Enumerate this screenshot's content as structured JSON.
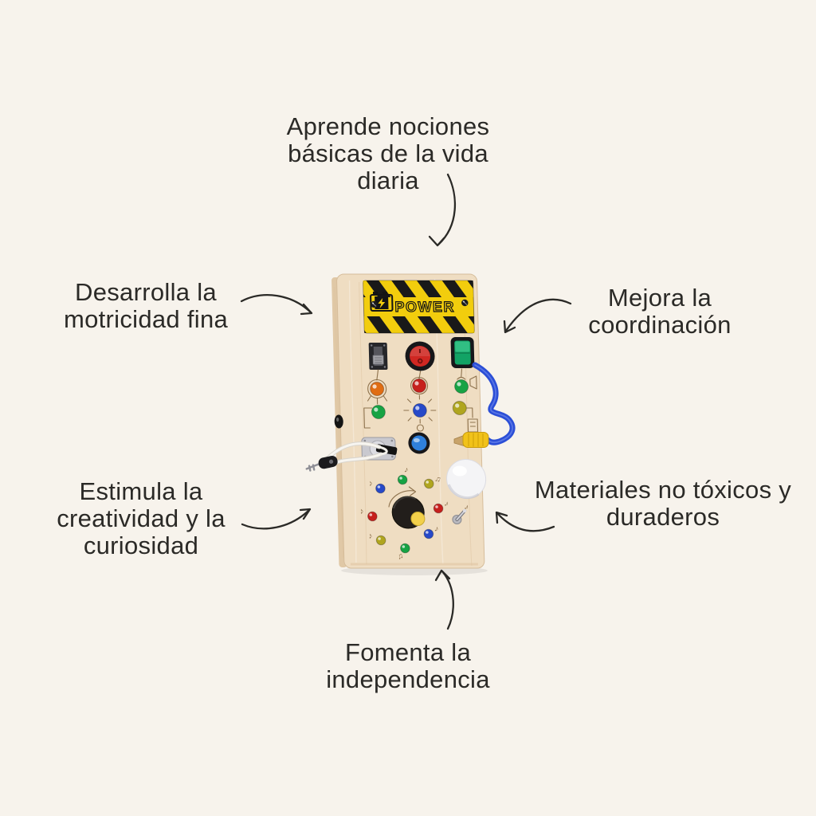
{
  "page": {
    "background_color": "#f7f3ec",
    "text_color": "#2b2a27"
  },
  "annotations": {
    "top": {
      "text": "Aprende nociones básicas de la vida diaria"
    },
    "upper_left": {
      "text": "Desarrolla la motricidad fina"
    },
    "upper_right": {
      "text": "Mejora la coordinación"
    },
    "lower_left": {
      "text": "Estimula la creatividad y la curiosidad"
    },
    "lower_right": {
      "text": "Materiales no tóxicos y duraderos"
    },
    "bottom": {
      "text": "Fomenta la independencia"
    }
  },
  "product": {
    "type": "wooden-montessori-busy-board",
    "power_label": "POWER",
    "music_notes": {
      "single": "♪",
      "double": "♫"
    },
    "colors": {
      "wood_face": "#efddc2",
      "wood_side": "#e0c8a6",
      "hazard_yellow": "#f2cd0d",
      "hazard_black": "#191919",
      "wire_blue": "#2b4ed6",
      "plug_yellow": "#f1c21a",
      "led_orange": "#e06d13",
      "led_red": "#c6201d",
      "led_green": "#17a344",
      "led_blue": "#2749c8",
      "led_olive": "#b0a51f",
      "rocker_red": "#cf2722",
      "rocker_green": "#12a365",
      "button_blue": "#2f80dc",
      "knob_cap_yellow": "#f2d04b",
      "dome_white": "#f4f4f6",
      "bezel_black": "#17171a"
    }
  }
}
